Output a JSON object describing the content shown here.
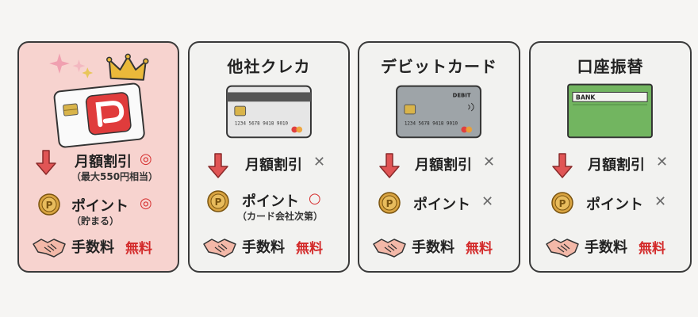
{
  "panels": [
    {
      "title": "",
      "card_text": "",
      "monthly_discount": {
        "label": "月額割引",
        "mark": "◎",
        "note": "（最大550円相当）"
      },
      "points": {
        "label": "ポイント",
        "mark": "◎",
        "note": "（貯まる）"
      },
      "fee": {
        "label": "手数料",
        "value": "無料"
      }
    },
    {
      "title": "他社クレカ",
      "card_number": "1234  5678  9418  9010",
      "monthly_discount": {
        "label": "月額割引",
        "mark": "✕"
      },
      "points": {
        "label": "ポイント",
        "mark": "○",
        "note": "（カード会社次第）"
      },
      "fee": {
        "label": "手数料",
        "value": "無料"
      }
    },
    {
      "title": "デビットカード",
      "card_text": "DEBIT",
      "card_number": "1234  5678  9418  9010",
      "monthly_discount": {
        "label": "月額割引",
        "mark": "✕"
      },
      "points": {
        "label": "ポイント",
        "mark": "✕"
      },
      "fee": {
        "label": "手数料",
        "value": "無料"
      }
    },
    {
      "title": "口座振替",
      "card_text": "BANK",
      "monthly_discount": {
        "label": "月額割引",
        "mark": "✕"
      },
      "points": {
        "label": "ポイント",
        "mark": "✕"
      },
      "fee": {
        "label": "手数料",
        "value": "無料"
      }
    }
  ],
  "icons": {
    "discount": "down-arrow-icon",
    "points": "p-coin-icon",
    "fee": "handshake-icon"
  },
  "colors": {
    "recommended_bg": "#f7d3cf",
    "free_red": "#d32a2a",
    "arrow_red": "#e05555",
    "coin_gold": "#d9a441"
  }
}
